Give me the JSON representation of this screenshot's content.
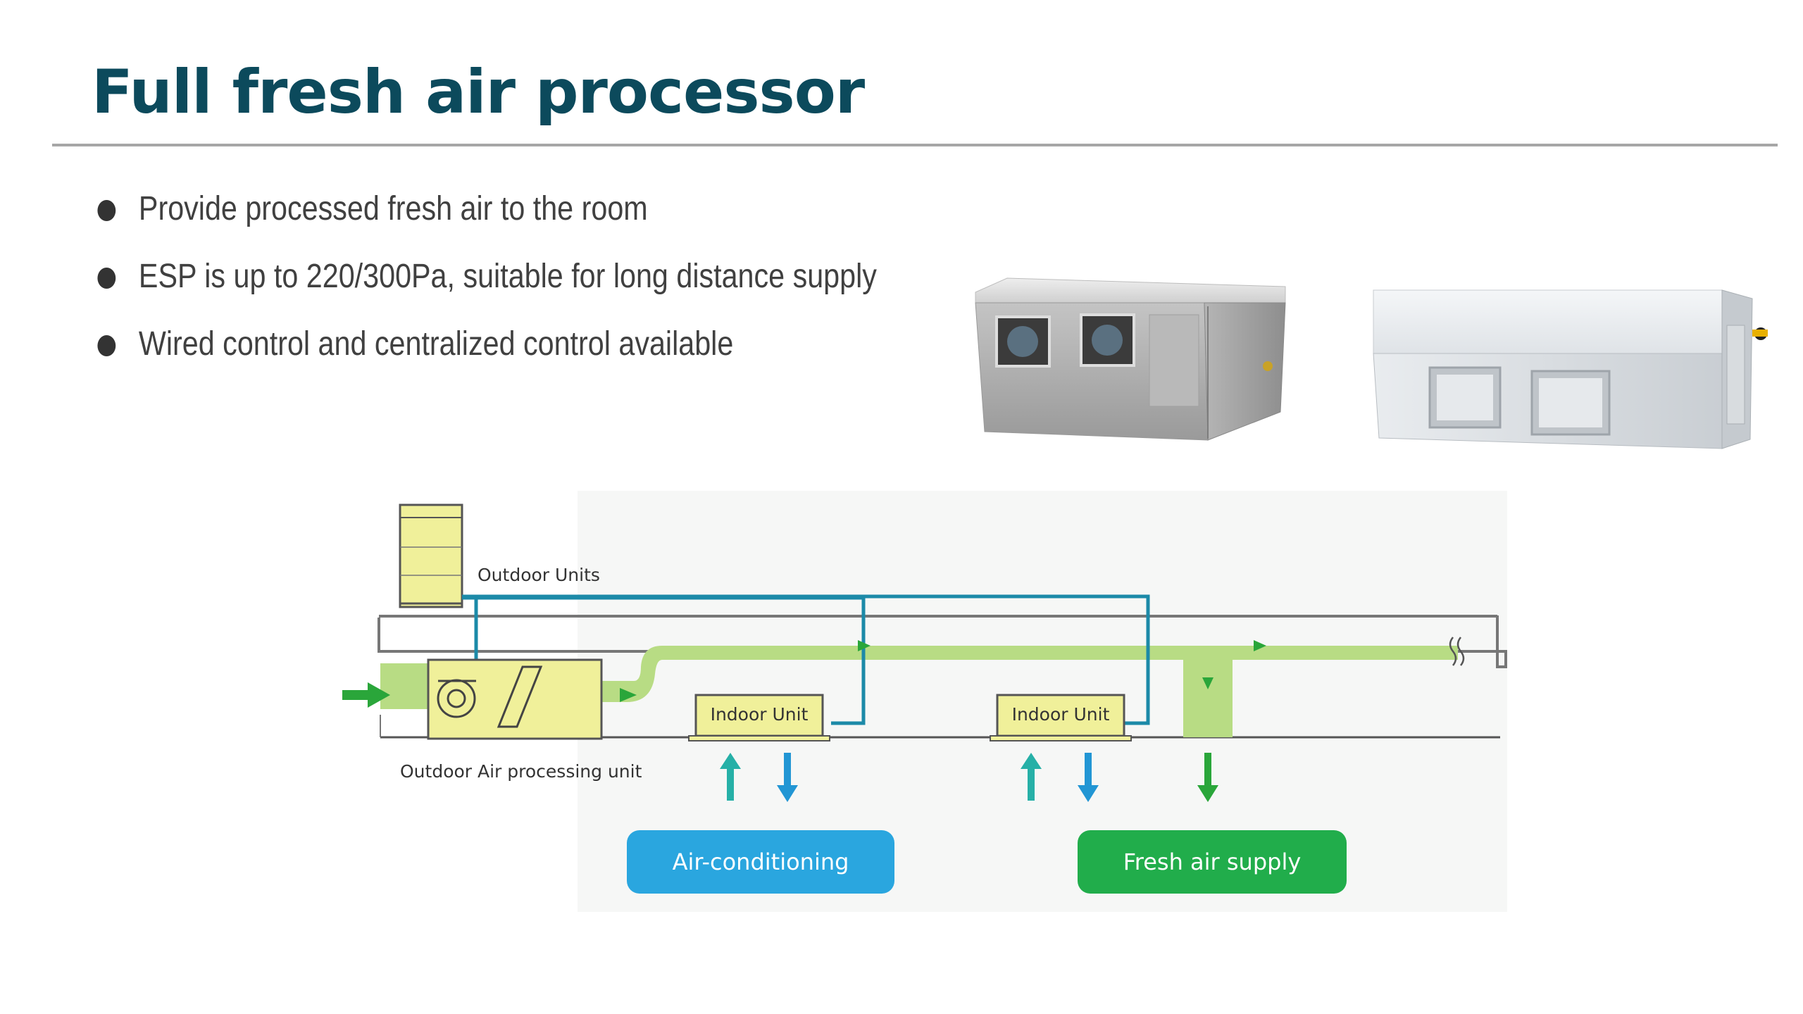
{
  "slide": {
    "title": "Full fresh air processor",
    "bullets": [
      "Provide processed fresh air to the room",
      "ESP is up to 220/300Pa, suitable for long distance supply",
      "Wired control and centralized control available"
    ]
  },
  "diagram": {
    "outdoor_units_label": "Outdoor Units",
    "indoor_unit_1_label": "Indoor Unit",
    "indoor_unit_2_label": "Indoor Unit",
    "processing_unit_label": "Outdoor Air processing unit",
    "air_conditioning_label": "Air-conditioning",
    "fresh_air_supply_label": "Fresh air supply"
  },
  "colors": {
    "title": "#0c4a5c",
    "duct_green": "#b8dc84",
    "unit_yellow": "#f0f09a",
    "pipe_blue": "#1c8aa8",
    "aircon_pill": "#2aa6df",
    "fresh_pill": "#21ad4b",
    "arrow_green": "#2aa63a",
    "arrow_teal": "#26b0a7",
    "arrow_blue": "#2296d4"
  }
}
